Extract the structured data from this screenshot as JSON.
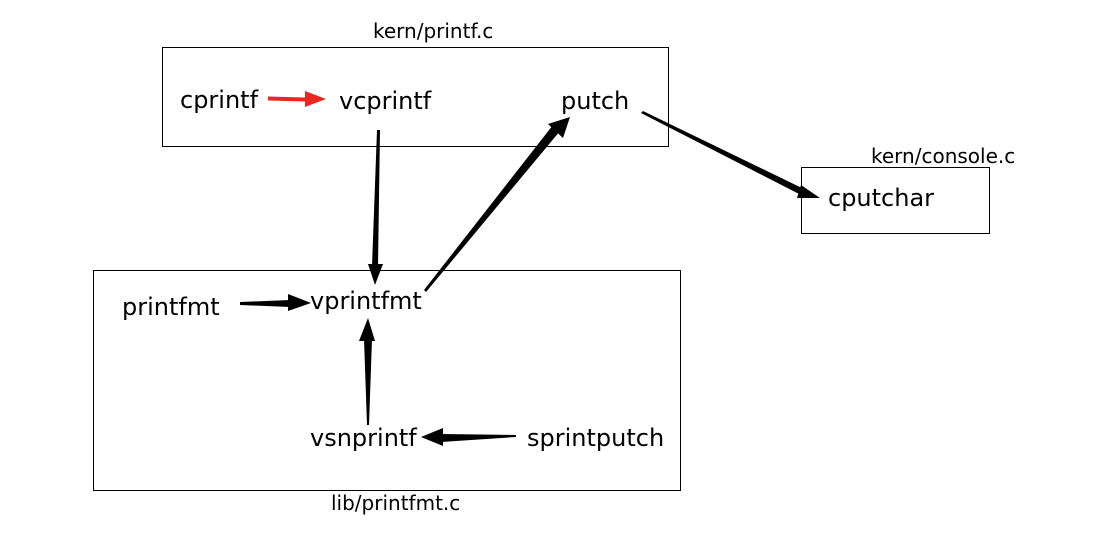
{
  "files": {
    "printf": "kern/printf.c",
    "console": "kern/console.c",
    "printfmt": "lib/printfmt.c"
  },
  "functions": {
    "cprintf": "cprintf",
    "vcprintf": "vcprintf",
    "putch": "putch",
    "cputchar": "cputchar",
    "printfmt": "printfmt",
    "vprintfmt": "vprintfmt",
    "vsnprintf": "vsnprintf",
    "sprintputch": "sprintputch"
  },
  "colors": {
    "highlight_arrow": "#e8281f",
    "arrow": "#000000"
  },
  "edges": [
    {
      "from": "cprintf",
      "to": "vcprintf",
      "color": "highlight"
    },
    {
      "from": "vcprintf",
      "to": "vprintfmt",
      "color": "default"
    },
    {
      "from": "vprintfmt",
      "to": "putch",
      "color": "default"
    },
    {
      "from": "putch",
      "to": "cputchar",
      "color": "default"
    },
    {
      "from": "printfmt",
      "to": "vprintfmt",
      "color": "default"
    },
    {
      "from": "vsnprintf",
      "to": "vprintfmt",
      "color": "default"
    },
    {
      "from": "sprintputch",
      "to": "vsnprintf",
      "color": "default"
    }
  ]
}
